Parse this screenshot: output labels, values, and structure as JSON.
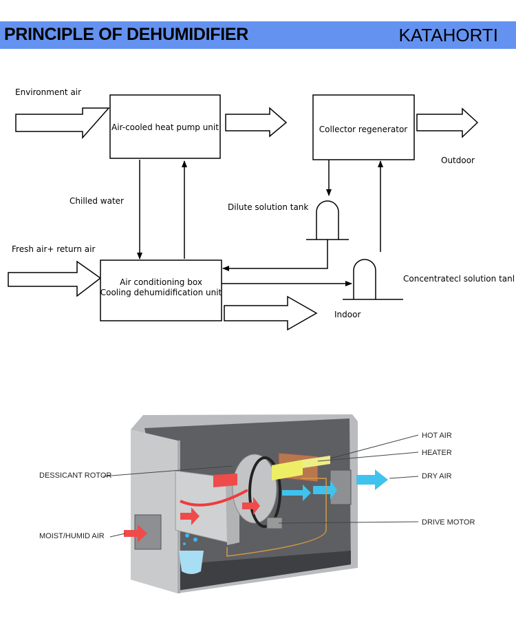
{
  "header": {
    "title": "PRINCIPLE OF DEHUMIDIFIER",
    "brand": "KATAHORTI",
    "color": "#6492f0"
  },
  "flow": {
    "environment_air": "Environment air",
    "heat_pump": "Air-cooled heat pump unit",
    "collector": "Collector regenerator",
    "outdoor": "Outdoor",
    "chilled_water": "Chilled water",
    "dilute_tank": "Dilute solution tank",
    "fresh_air": "Fresh air+ return air",
    "ac_box_line1": "Air conditioning box",
    "ac_box_line2": "Cooling dehumidification unit",
    "concentrated_tank": "Concentratecl solution tanl",
    "indoor": "Indoor"
  },
  "illustration": {
    "dessicant_rotor": "DESSICANT ROTOR",
    "moist_air": "MOIST/HUMID AIR",
    "hot_air": "HOT AIR",
    "heater": "HEATER",
    "dry_air": "DRY AIR",
    "drive_motor": "DRIVE MOTOR"
  }
}
